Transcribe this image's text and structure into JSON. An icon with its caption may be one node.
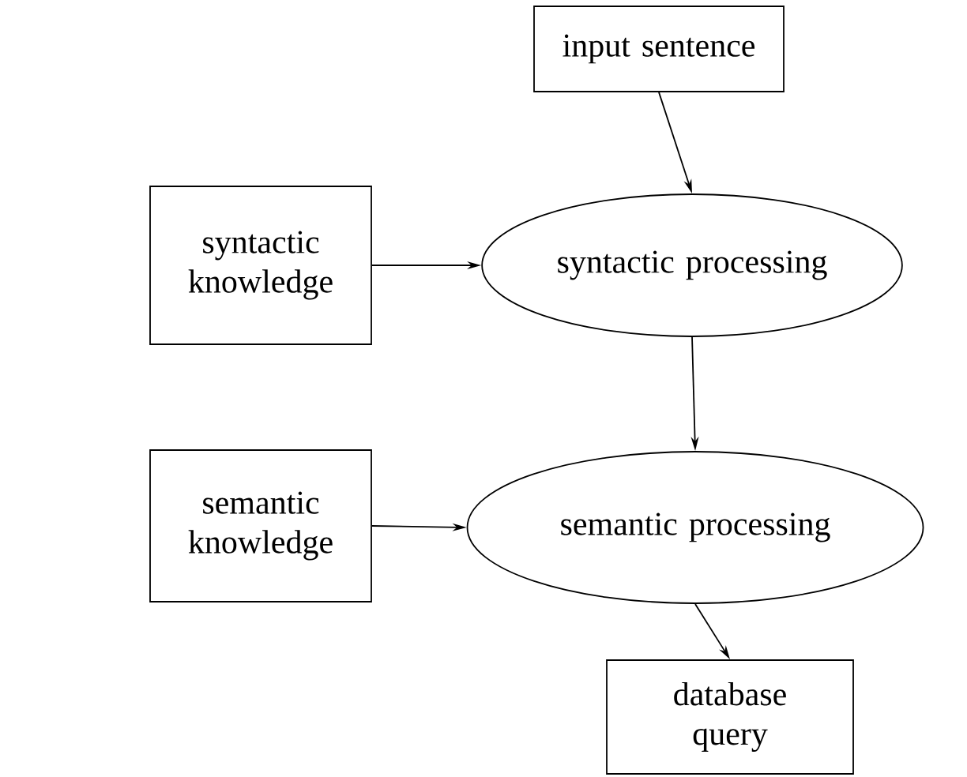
{
  "diagram": {
    "nodes": [
      {
        "text": [
          "input sentence"
        ]
      },
      {
        "text": [
          "syntactic knowledge"
        ]
      },
      {
        "text": [
          "syntactic processing"
        ]
      },
      {
        "text": [
          "semantic knowledge"
        ]
      },
      {
        "text": [
          "semantic processing"
        ]
      },
      {
        "text": [
          "database query"
        ]
      }
    ],
    "edges": [
      {
        "from": 0,
        "to": 2,
        "arrow": "to"
      },
      {
        "from": 1,
        "to": 2,
        "arrow": "to"
      },
      {
        "from": 2,
        "to": 4,
        "arrow": "to"
      },
      {
        "from": 3,
        "to": 4,
        "arrow": "to"
      },
      {
        "from": 4,
        "to": 5,
        "arrow": "to"
      }
    ]
  }
}
